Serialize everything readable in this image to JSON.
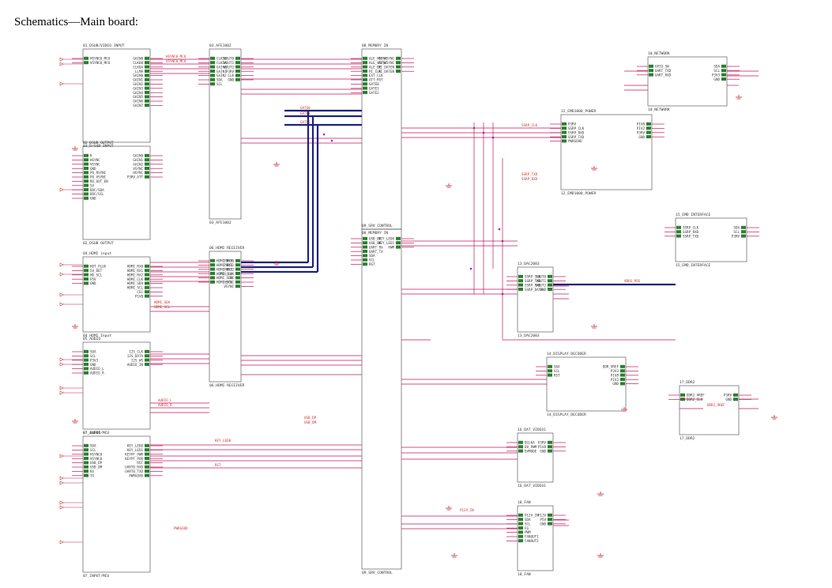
{
  "title": "Schematics—Main board:",
  "colors": {
    "wire": "#c2185b",
    "bus": "#1a237e",
    "pin": "#2e7d32",
    "frame": "#444444",
    "label": "#cc3333",
    "text": "#333333",
    "gnd": "#c62828"
  },
  "blocks": [
    {
      "id": "01",
      "caption_top": "01_DSUB/VIDEO INPUT",
      "pins_l": [
        "HSYNC0_MCU",
        "VSYNC0_MCU"
      ],
      "pins_r": [
        "GAIN0",
        "CLKD0",
        "CLKDA",
        "LLMA",
        "GAIN0",
        "GAIN1",
        "GAIN2",
        "GAIN3",
        "GAIN4",
        "GAIN5",
        "GAIN6",
        "GAIN7"
      ],
      "caption_bottom": "03_D/SUB INPUT"
    },
    {
      "id": "02",
      "caption_top": "02_DSUB OUTPUT",
      "pins_l": [
        "R",
        "HSYNC",
        "VSYNC",
        "GND",
        "PO_RSYNC",
        "PO_VSYNC",
        "RO_OUT_EN",
        "5V",
        "DDC/SDA",
        "DDC/SCL",
        "GND"
      ],
      "pins_r": [
        "GAIN0",
        "GAIN1",
        "GAIN2",
        "VSYNC",
        "HSYNC",
        "P3RV_ATT"
      ],
      "caption_bottom": "02_DSUB OUTPUT"
    },
    {
      "id": "04",
      "caption_top": "04_HDMI input",
      "pins_l": [
        "HOT_PLUG",
        "5V_DET",
        "HD_SCL",
        "P5V",
        "GND"
      ],
      "pins_r": [
        "HDMI_RX0",
        "HDMI_RX1",
        "HDMI_RX2",
        "HDMI_CLK",
        "HDMI_SDA",
        "HDMI_SCL",
        "CEC",
        "P1V8"
      ],
      "caption_bottom": "04_HDMI Input"
    },
    {
      "id": "05",
      "caption_top": "05_AUDIO",
      "pins_l": [
        "SDA",
        "SCL",
        "P3V3",
        "GND",
        "AUDIO_L",
        "AUDIO_R"
      ],
      "pins_r": [
        "I2S_CLK",
        "I2S_DATA",
        "I2S_WS",
        "AUDIO_IN"
      ],
      "caption_bottom": "07_AUDIO"
    },
    {
      "id": "07",
      "caption_top": "07_INPUT/MCU",
      "pins_l": [
        "SDA",
        "SCL",
        "HSYNC0",
        "VSYNC0",
        "USB_DP",
        "USB_DM",
        "RX",
        "TX"
      ],
      "pins_r": [
        "KEY_LED0",
        "KEY_LED1",
        "KEYPF_PWR",
        "KEYPF_POR",
        "RST",
        "UART0_RXD",
        "UART0_TXD",
        "PWRGOOD"
      ],
      "caption_bottom": "07_INPUT/MCU"
    },
    {
      "id": "03",
      "caption_top": "03_AFE1002",
      "pins_l": [
        "CLKD0",
        "CLKDA",
        "GAIN0",
        "GAIN1",
        "GAIN2",
        "SDA",
        "SCL"
      ],
      "pins_r": [
        "VOUT0",
        "VOUT1",
        "VOUT2",
        "P3RV",
        "CLK",
        "GND"
      ],
      "caption_bottom": "03_AFE1002"
    },
    {
      "id": "06",
      "caption_top": "06_HDMI RECEIVER",
      "pins_l": [
        "HDMI_RX0",
        "HDMI_RX1",
        "HDMI_RX2",
        "HDMI_CLK",
        "HDMI_SDA",
        "HDMI_SCL"
      ],
      "pins_r": [
        "PORT0",
        "PORT1",
        "PORT2",
        "PIX_CLK",
        "DE",
        "HSYNC",
        "VSYNC"
      ],
      "caption_bottom": "06_HDMI RECEIVER"
    },
    {
      "id": "08",
      "caption_top": "08_MEMORY IN",
      "pins_l": [
        "ALE_HSYNC",
        "ALE_VSYNC",
        "ALE_DE",
        "PI_CLK",
        "EXT_CLK",
        "ATT_RST",
        "GATE0",
        "GATE1",
        "GATE2"
      ],
      "pins_r": [
        "PI_HSYNC",
        "PI_VSYNC",
        "PI_DATEN",
        "PI_DATEN"
      ],
      "caption_bottom": "08_MEMORY IN"
    },
    {
      "id": "09",
      "caption_top": "09_SRV_CONTROL",
      "pins_l": [
        "USB_DP",
        "USB_DM",
        "UART_RX",
        "UART_TX",
        "SDA",
        "SCL",
        "RST"
      ],
      "pins_r": [
        "KEY_LED0",
        "KEY_LED1",
        "PWM"
      ],
      "caption_bottom": "09_SRV_CONTROL"
    },
    {
      "id": "10",
      "caption_top": "10_NETWORK",
      "pins_l": [
        "GPIO_SW",
        "UART_TXD",
        "UART_RXD"
      ],
      "pins_r": [
        "SDA",
        "SCL",
        "P3V3",
        "GND"
      ],
      "caption_bottom": "10_NETWORK"
    },
    {
      "id": "12",
      "caption_top": "12_EMD1000_POWER",
      "pins_l": [
        "P3RV",
        "SSRP_CLK",
        "SSRP_RXD",
        "SSRP_TXD",
        "PWRGOOD"
      ],
      "pins_r": [
        "P1V8",
        "P1V2",
        "P3RV",
        "GND"
      ],
      "caption_bottom": "12_EMD1000_POWER"
    },
    {
      "id": "13",
      "caption_top": "13_DAC2003",
      "pins_l": [
        "SSRP_CLK",
        "SSRP_TXD",
        "SSRP_RXD",
        "SSRP_DATA"
      ],
      "pins_r": [
        "VOUT0",
        "VOUT1",
        "VOUT2",
        "GND"
      ],
      "caption_bottom": "13_DAC2003"
    },
    {
      "id": "14",
      "caption_top": "14_DISPLAY_DECODER",
      "pins_l": [
        "SDA",
        "SCL",
        "RST"
      ],
      "pins_r": [
        "DDR_VREF",
        "P3V3",
        "P1V8",
        "P1V2",
        "GND"
      ],
      "caption_bottom": "14_DISPLAY_DECODER"
    },
    {
      "id": "15",
      "caption_top": "15_EMD INTERFACE",
      "pins_l": [
        "SSRP_CLK",
        "SSRP_RXD",
        "SSRP_TXD"
      ],
      "pins_r": [
        "SDA",
        "SCL",
        "P3RV"
      ],
      "caption_bottom": "15_EMD_INTERFACE"
    },
    {
      "id": "16",
      "caption_top": "16_DAT_VIDEO1",
      "pins_l": [
        "DCLKA",
        "DV_PWM",
        "DVMODE"
      ],
      "pins_r": [
        "P3RV",
        "P1V8",
        "GND"
      ],
      "caption_bottom": "16_DAT_VIDEO1"
    },
    {
      "id": "17",
      "caption_top": "17_DDR2",
      "pins_l": [
        "DDR2_VREF",
        "DDR2_CLK"
      ],
      "pins_r": [
        "P3RV",
        "GND"
      ],
      "caption_bottom": "17_DDR2"
    },
    {
      "id": "18",
      "caption_top": "18_FAN",
      "pins_l": [
        "P12V_IN",
        "SDA",
        "SCL",
        "FG",
        "PWM",
        "FANOUT1",
        "FANOUT2"
      ],
      "pins_r": [
        "P12V",
        "P5V",
        "GND"
      ],
      "caption_bottom": "18_FAN"
    }
  ],
  "nets": [
    "HSYNC0_MCU",
    "VSYNC0_MCU",
    "HDMI_SDA",
    "HDMI_SCL",
    "AUDIO_L",
    "AUDIO_R",
    "USB_DP",
    "USB_DM",
    "RST",
    "PWRGOOD",
    "SSRP_CLK",
    "SSRP_TXD",
    "SSRP_RXD",
    "GATE0",
    "GATE1",
    "GATE2",
    "VBUS_POS",
    "DDR2_VREF",
    "P12V_IN",
    "KEY_LED0"
  ]
}
